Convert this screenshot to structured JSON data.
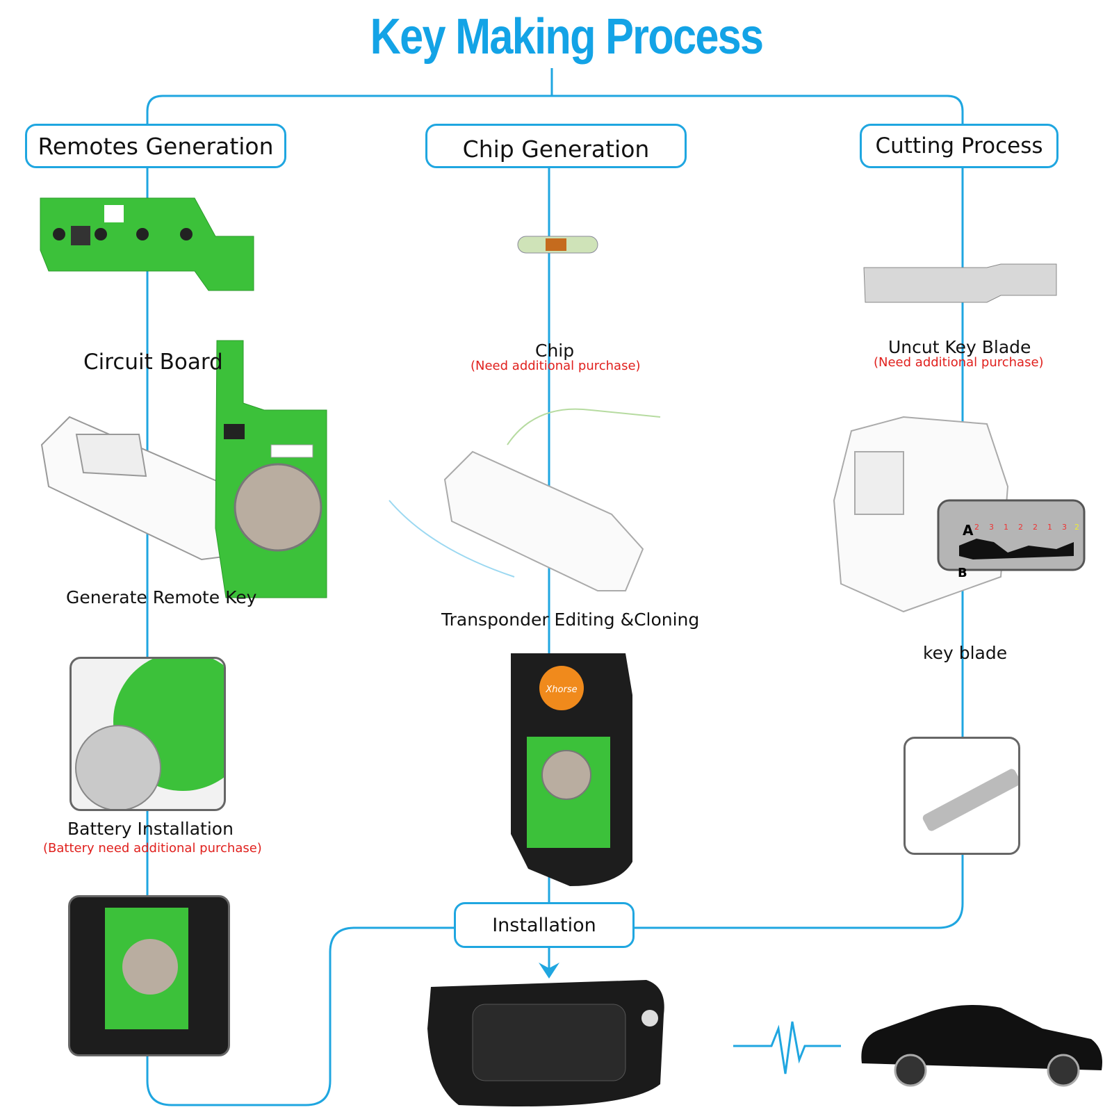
{
  "title": "Key Making Process",
  "colors": {
    "accent": "#13a3e6",
    "note": "#e0201d",
    "pcb": "#3cc13a"
  },
  "sections": {
    "remotes": {
      "label": "Remotes Generation",
      "circuit_board": "Circuit Board",
      "generate": "Generate Remote Key",
      "battery": "Battery Installation",
      "battery_note": "(Battery need additional purchase)"
    },
    "chip": {
      "label": "Chip Generation",
      "chip": "Chip",
      "chip_note": "(Need additional purchase)",
      "transponder": "Transponder Editing &Cloning"
    },
    "cutting": {
      "label": "Cutting Process",
      "uncut": "Uncut Key  Blade",
      "uncut_note": "(Need additional purchase)",
      "key_blade": "key blade",
      "chart_a": "A",
      "chart_b": "B",
      "cut_depths": [
        "2",
        "3",
        "1",
        "2",
        "2",
        "1",
        "3",
        "2"
      ]
    },
    "installation": {
      "label": "Installation"
    },
    "logo": "Xhorse"
  }
}
